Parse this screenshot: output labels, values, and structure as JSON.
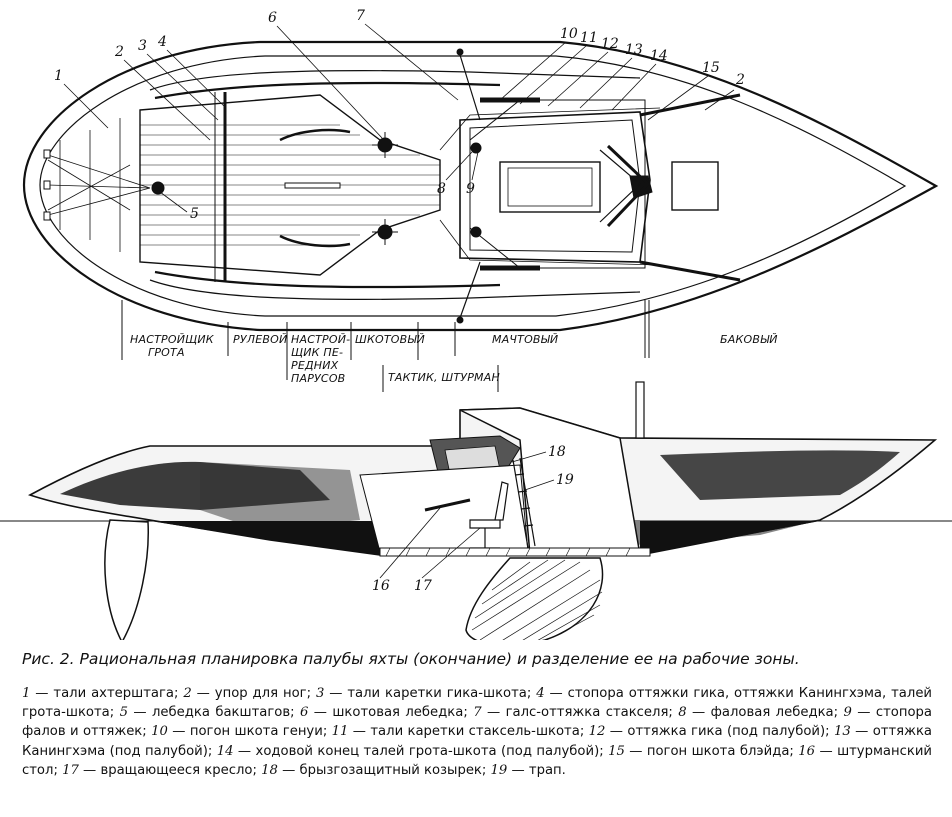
{
  "callouts": {
    "top": [
      {
        "num": "1"
      },
      {
        "num": "2"
      },
      {
        "num": "3"
      },
      {
        "num": "4"
      },
      {
        "num": "5"
      },
      {
        "num": "6"
      },
      {
        "num": "7"
      },
      {
        "num": "8"
      },
      {
        "num": "9"
      },
      {
        "num": "10"
      },
      {
        "num": "11"
      },
      {
        "num": "12"
      },
      {
        "num": "13"
      },
      {
        "num": "14"
      },
      {
        "num": "15"
      },
      {
        "num": "2"
      }
    ],
    "side": [
      {
        "num": "16"
      },
      {
        "num": "17"
      },
      {
        "num": "18"
      },
      {
        "num": "19"
      }
    ]
  },
  "zones": {
    "main_trim": [
      "НАСТРОЙЩИК",
      "ГРОТА"
    ],
    "helm": "РУЛЕВОЙ",
    "head_trim": [
      "НАСТРОЙ-",
      "ЩИК ПЕ-",
      "РЕДНИХ",
      "ПАРУСОВ"
    ],
    "sheet": "ШКОТОВЫЙ",
    "tactician": "ТАКТИК, ШТУРМАН",
    "mast": "МАЧТОВЫЙ",
    "bow": "БАКОВЫЙ"
  },
  "caption": "Рис. 2. Рациональная планировка палубы яхты (окончание) и разделение ее на рабочие зоны.",
  "legend": [
    {
      "num": "1",
      "text": "тали ахтерштага"
    },
    {
      "num": "2",
      "text": "упор для ног"
    },
    {
      "num": "3",
      "text": "тали каретки гика-шкота"
    },
    {
      "num": "4",
      "text": "стопора оттяжки гика, оттяжки Канингхэма, талей грота-шкота"
    },
    {
      "num": "5",
      "text": "лебедка бакштагов"
    },
    {
      "num": "6",
      "text": "шкотовая лебедка"
    },
    {
      "num": "7",
      "text": "галс-оттяжка стакселя"
    },
    {
      "num": "8",
      "text": "фаловая лебедка"
    },
    {
      "num": "9",
      "text": "стопора фалов и оттяжек"
    },
    {
      "num": "10",
      "text": "погон шкота генуи"
    },
    {
      "num": "11",
      "text": "тали каретки стаксель-шкота"
    },
    {
      "num": "12",
      "text": "оттяжка гика (под палубой)"
    },
    {
      "num": "13",
      "text": "оттяжка Канингхэма (под палубой)"
    },
    {
      "num": "14",
      "text": "ходовой конец талей грота-шкота (под палубой)"
    },
    {
      "num": "15",
      "text": "погон шкота блэйда"
    },
    {
      "num": "16",
      "text": "штурманский стол"
    },
    {
      "num": "17",
      "text": "вращающееся кресло"
    },
    {
      "num": "18",
      "text": "брызгозащитный козырек"
    },
    {
      "num": "19",
      "text": "трап"
    }
  ]
}
